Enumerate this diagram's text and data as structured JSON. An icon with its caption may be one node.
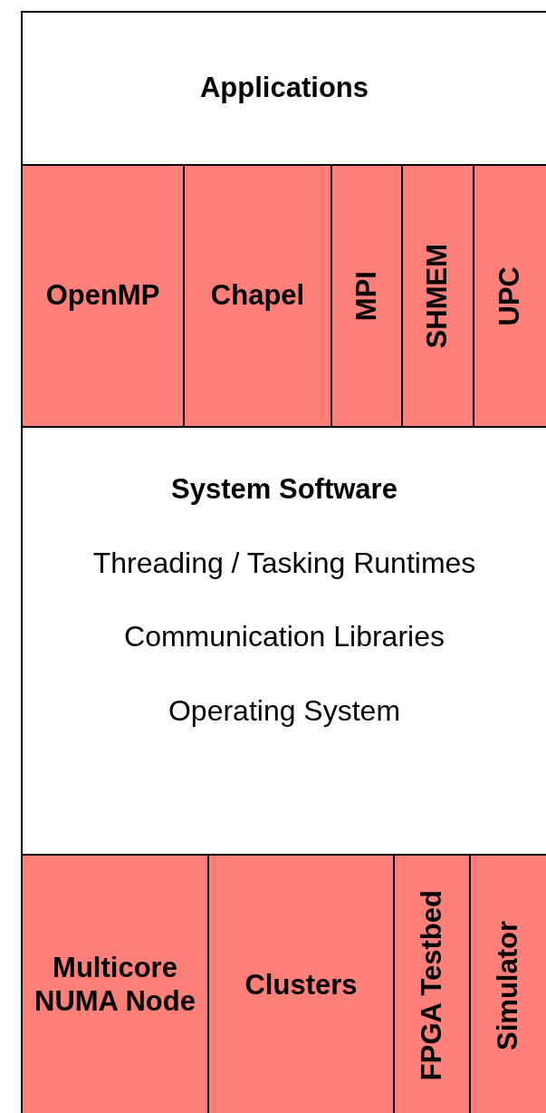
{
  "diagram": {
    "nodes": [
      {
        "text": [
          "Applications"
        ]
      },
      {
        "text": [
          "OpenMP"
        ]
      },
      {
        "text": [
          "Chapel"
        ]
      },
      {
        "text": [
          "MPI"
        ]
      },
      {
        "text": [
          "SHMEM"
        ]
      },
      {
        "text": [
          "UPC"
        ]
      },
      {
        "text": [
          "System Software",
          "Threading / Tasking Runtimes",
          "Communication Libraries",
          "Operating System"
        ]
      },
      {
        "text": [
          "Multicore NUMA Node"
        ]
      },
      {
        "text": [
          "Clusters"
        ]
      },
      {
        "text": [
          "FPGA Testbed"
        ]
      },
      {
        "text": [
          "Simulator"
        ]
      }
    ]
  }
}
